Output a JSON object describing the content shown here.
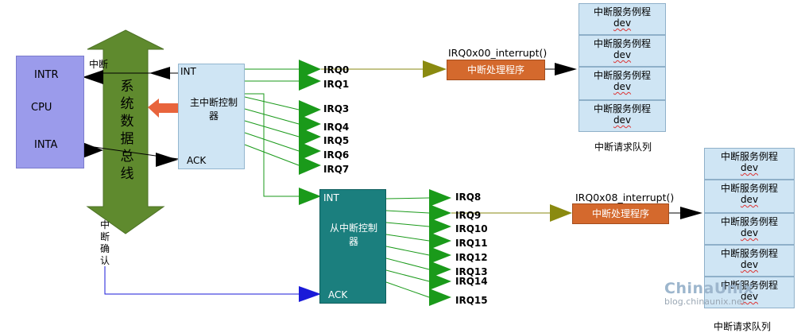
{
  "cpu": {
    "intr": "INTR",
    "cpu": "CPU",
    "inta": "INTA"
  },
  "bus": {
    "label": "系统数据总线"
  },
  "labels": {
    "interrupt": "中断",
    "interrupt_ack": "中断确认"
  },
  "master_pic": {
    "int": "INT",
    "title": "主中断控制器",
    "ack": "ACK"
  },
  "slave_pic": {
    "int": "INT",
    "title": "从中断控制器",
    "ack": "ACK"
  },
  "master_irqs": [
    "IRQ0",
    "IRQ1",
    "IRQ3",
    "IRQ4",
    "IRQ5",
    "IRQ6",
    "IRQ7"
  ],
  "slave_irqs": [
    "IRQ8",
    "IRQ9",
    "IRQ10",
    "IRQ11",
    "IRQ12",
    "IRQ13",
    "IRQ14",
    "IRQ15"
  ],
  "handler_top": {
    "func": "IRQ0x00_interrupt()",
    "label": "中断处理程序"
  },
  "handler_bottom": {
    "func": "IRQ0x08_interrupt()",
    "label": "中断处理程序"
  },
  "queue_top": {
    "cells": [
      {
        "name": "中断服务例程",
        "dev": "dev"
      },
      {
        "name": "中断服务例程",
        "dev": "dev"
      },
      {
        "name": "中断服务例程",
        "dev": "dev"
      },
      {
        "name": "中断服务例程",
        "dev": "dev"
      }
    ],
    "caption": "中断请求队列"
  },
  "queue_bottom": {
    "cells": [
      {
        "name": "中断服务例程",
        "dev": "dev"
      },
      {
        "name": "中断服务例程",
        "dev": "dev"
      },
      {
        "name": "中断服务例程",
        "dev": "dev"
      },
      {
        "name": "中断服务例程",
        "dev": "dev"
      },
      {
        "name": "中断服务例程",
        "dev": "dev"
      }
    ],
    "caption": "中断请求队列"
  },
  "watermark": {
    "brand": "ChinaUnix",
    "url": "blog.chinaunix.net"
  },
  "colors": {
    "cpu": "#9b9beb",
    "pic": "#cfe5f4",
    "slave_pic": "#1b7f7e",
    "bus": "#5f8a2e",
    "wire_green": "#1a9a1a",
    "wire_olive": "#8a8a10",
    "handler": "#d4692d",
    "ack_blue": "#1a1ad8",
    "bus_arrow": "#e8643c"
  }
}
